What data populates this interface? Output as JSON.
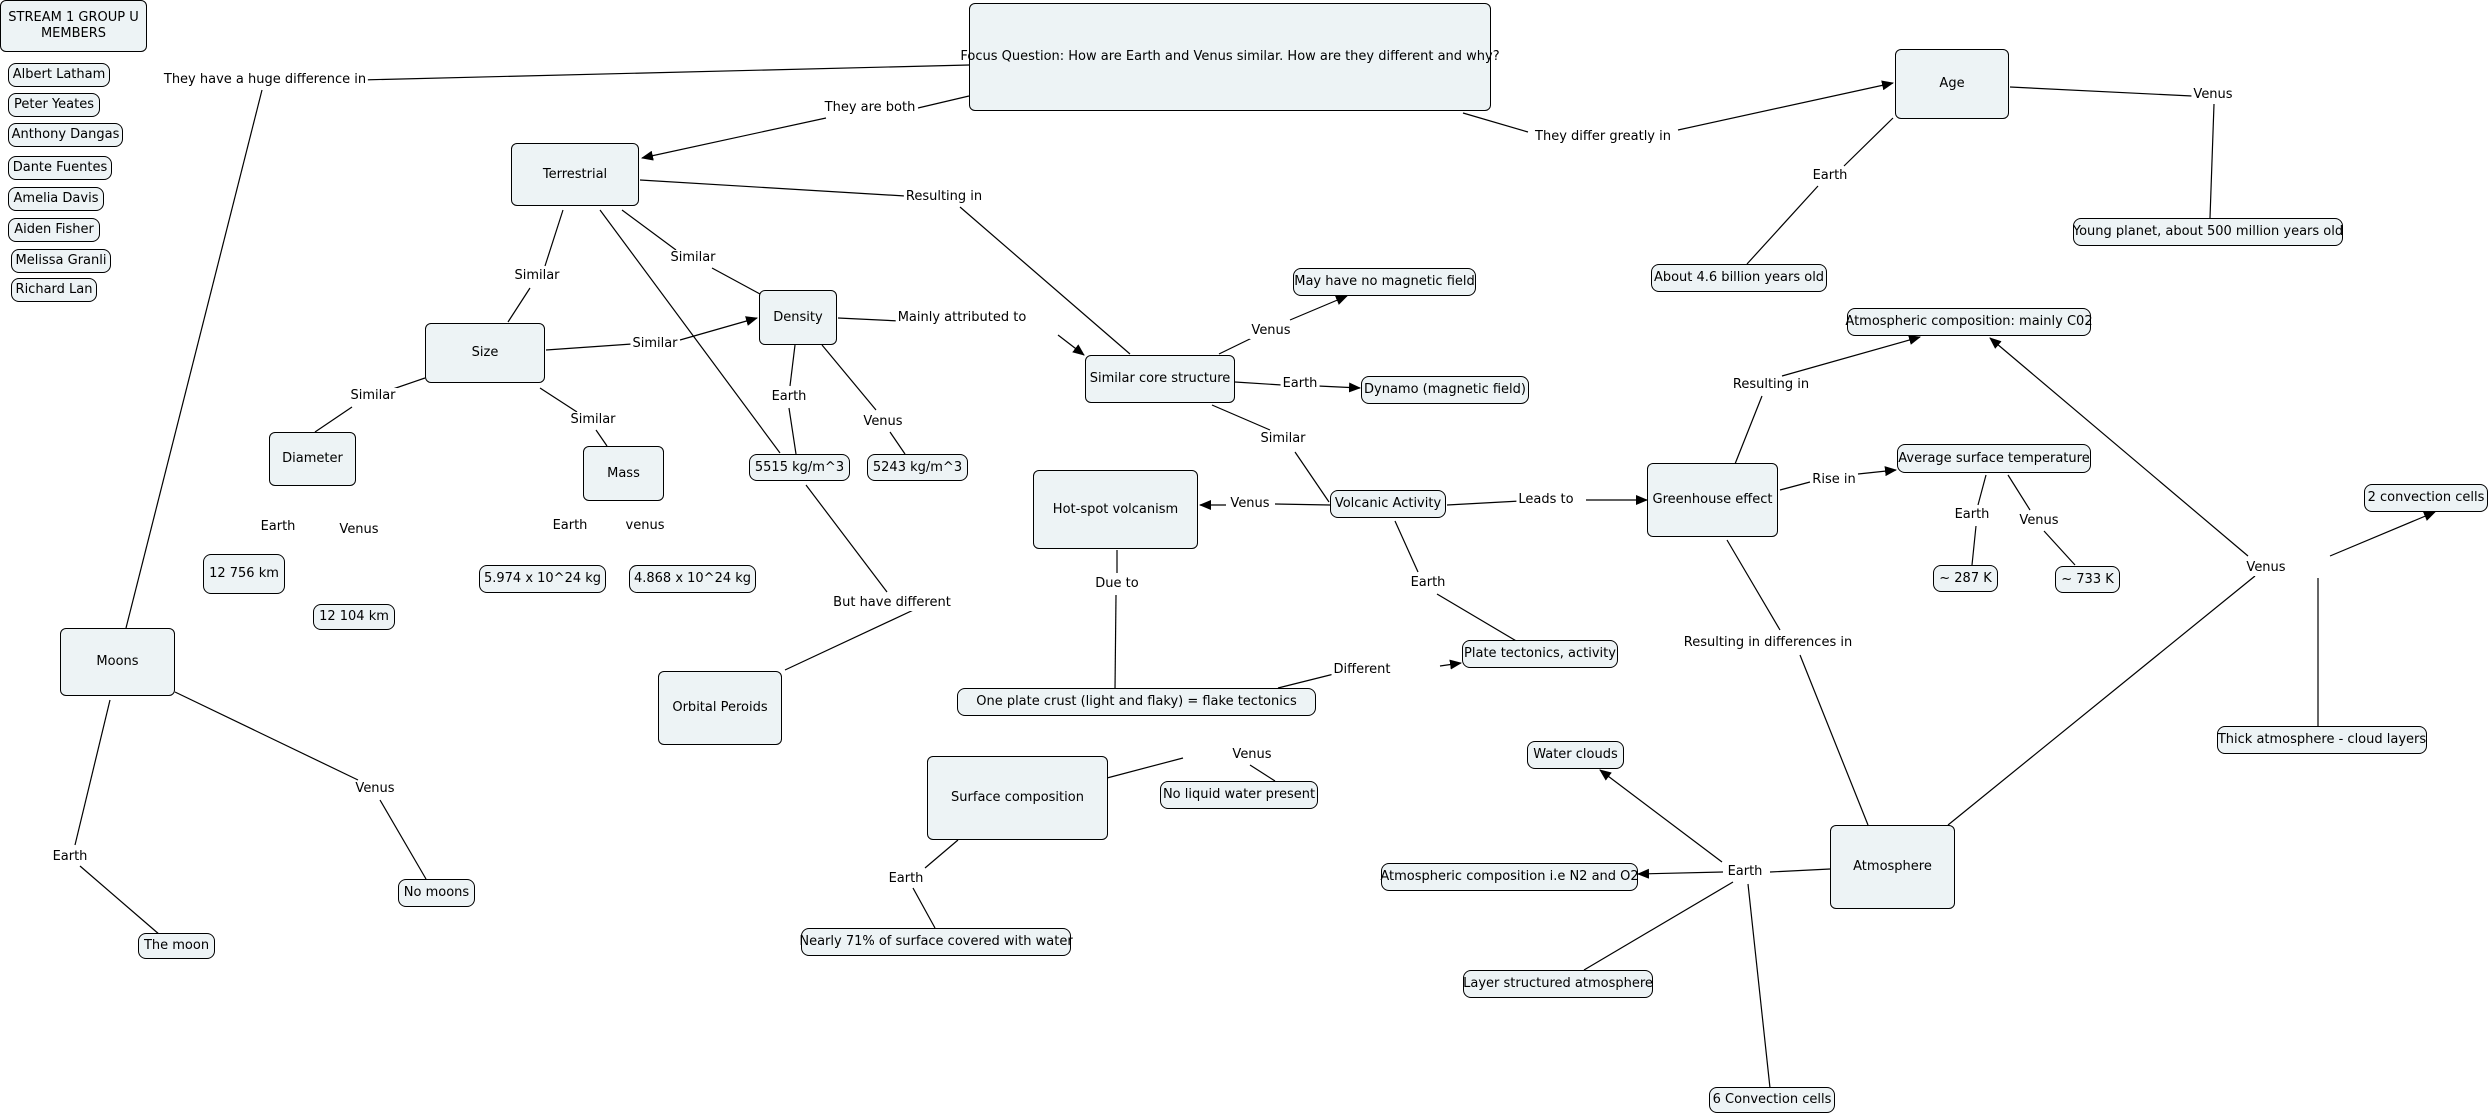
{
  "nodes": {
    "group": "STREAM 1 GROUP U MEMBERS",
    "focus": "Focus Question: How are Earth and Venus similar. How are they different and why?",
    "terrestrial": "Terrestrial",
    "age": "Age",
    "size": "Size",
    "density": "Density",
    "similar_core": "Similar core structure",
    "no_magnetic": "May have no magnetic field",
    "dynamo": "Dynamo (magnetic field)",
    "diameter": "Diameter",
    "mass": "Mass",
    "density_earth": "5515 kg/m^3",
    "density_venus": "5243 kg/m^3",
    "hotspot": "Hot-spot volcanism",
    "volcanic": "Volcanic Activity",
    "greenhouse": "Greenhouse effect",
    "atmos_co2": "Atmospheric composition: mainly C02",
    "avg_temp": "Average surface temperature",
    "earth_age": "About 4.6 billion years old",
    "venus_age": "Young planet, about 500 million years old",
    "convection2": "2 convection cells",
    "diameter_earth": "12 756 km",
    "diameter_venus": "12 104 km",
    "mass_earth": "5.974 x 10^24 kg",
    "mass_venus": "4.868 x 10^24 kg",
    "temp_earth": "~ 287 K",
    "temp_venus": "~ 733 K",
    "moons": "Moons",
    "orbital": "Orbital Peroids",
    "plate": "Plate tectonics, activity",
    "one_plate": "One plate crust (light and flaky) = flake tectonics",
    "thick_atmos": "Thick atmosphere - cloud layers",
    "surface_comp": "Surface composition",
    "water_clouds": "Water clouds",
    "no_water": "No liquid water present",
    "atmos_n2": "Atmospheric composition i.e N2 and O2",
    "atmosphere": "Atmosphere",
    "no_moons": "No moons",
    "the_moon": "The moon",
    "water71": "Nearly 71% of surface covered with water",
    "layered": "Layer structured atmosphere",
    "convection6": "6 Convection cells"
  },
  "members": [
    "Albert Latham",
    "Peter Yeates",
    "Anthony Dangas",
    "Dante Fuentes",
    "Amelia Davis",
    "Aiden Fisher",
    "Melissa Granli",
    "Richard Lan"
  ],
  "labels": {
    "huge_diff": "They have a huge difference in",
    "they_are_both": "They are both",
    "differ_greatly": "They differ greatly in",
    "venus_age": "Venus",
    "earth_age": "Earth",
    "resulting_in": "Resulting in",
    "similar_ts": "Similar",
    "similar_td": "Similar",
    "similar_sd": "Similar",
    "mainly": "Mainly attributed to",
    "venus_core": "Venus",
    "earth_core": "Earth",
    "similar_core_vol": "Similar",
    "similar_sdiam": "Similar",
    "similar_smass": "Similar",
    "earth_density": "Earth",
    "venus_density": "Venus",
    "earth_diam": "Earth",
    "venus_diam": "Venus",
    "earth_mass": "Earth",
    "venus_mass": "venus",
    "venus_vol": "Venus",
    "leads_to": "Leads to",
    "resulting_in_co2": "Resulting in",
    "rise_in": "Rise in",
    "earth_temp": "Earth",
    "venus_temp": "Venus",
    "venus_atm": "Venus",
    "earth_vol": "Earth",
    "due_to": "Due to",
    "different": "Different",
    "but_have_different": "But have different",
    "resulting_diff": "Resulting in differences in",
    "venus_surf": "Venus",
    "earth_surf": "Earth",
    "earth_atm": "Earth",
    "venus_moons": "Venus",
    "earth_moons": "Earth"
  },
  "colors": {
    "node_fill": "#edf3f5",
    "line": "#000000"
  }
}
